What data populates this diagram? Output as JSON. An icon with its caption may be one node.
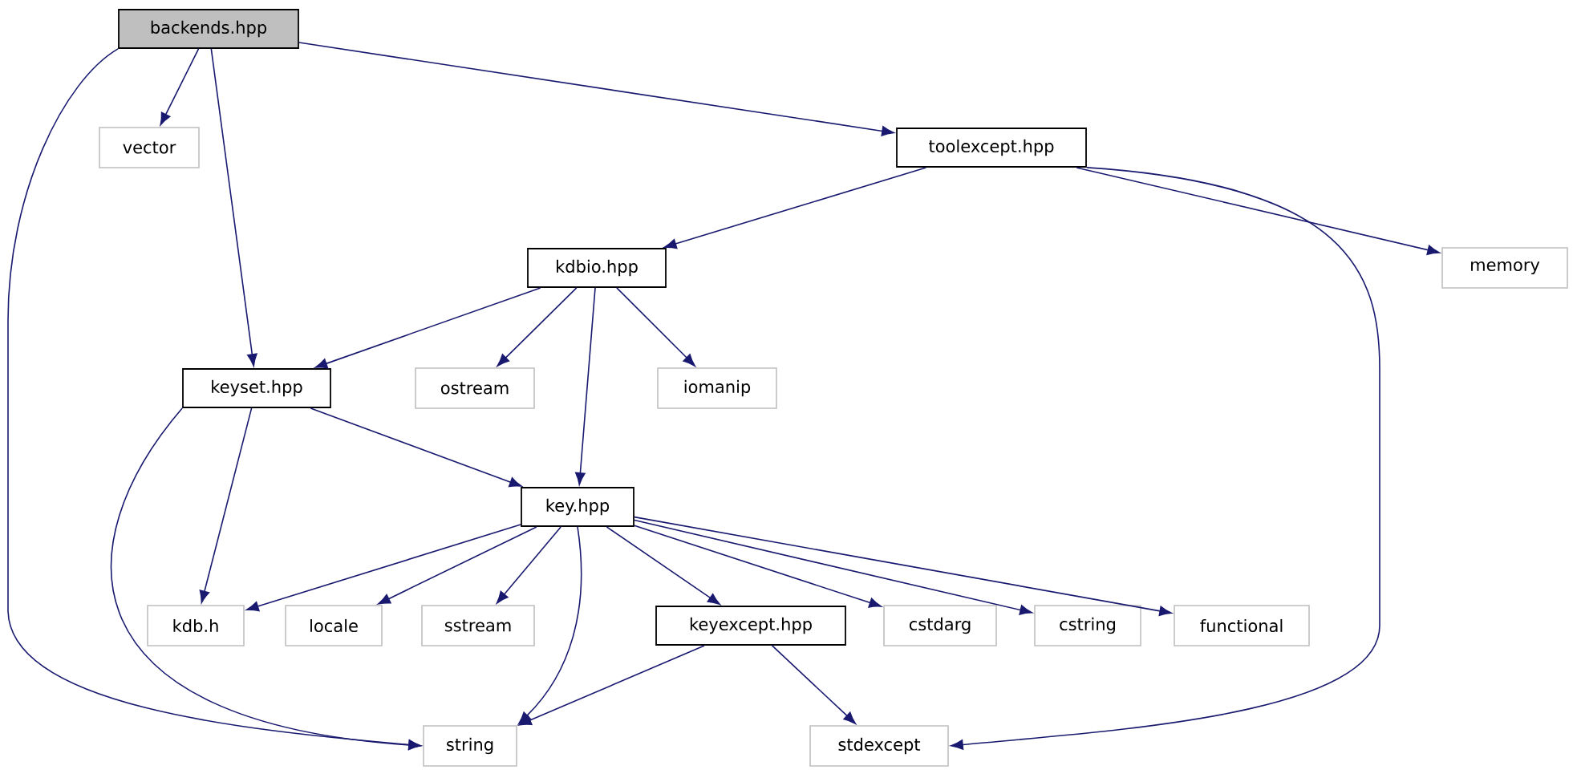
{
  "diagram": {
    "nodes": [
      {
        "text": [
          "backends.hpp"
        ]
      },
      {
        "text": [
          "vector"
        ]
      },
      {
        "text": [
          "toolexcept.hpp"
        ]
      },
      {
        "text": [
          "keyset.hpp"
        ]
      },
      {
        "text": [
          "kdbio.hpp"
        ]
      },
      {
        "text": [
          "memory"
        ]
      },
      {
        "text": [
          "ostream"
        ]
      },
      {
        "text": [
          "iomanip"
        ]
      },
      {
        "text": [
          "key.hpp"
        ]
      },
      {
        "text": [
          "kdb.h"
        ]
      },
      {
        "text": [
          "locale"
        ]
      },
      {
        "text": [
          "sstream"
        ]
      },
      {
        "text": [
          "keyexcept.hpp"
        ]
      },
      {
        "text": [
          "cstdarg"
        ]
      },
      {
        "text": [
          "cstring"
        ]
      },
      {
        "text": [
          "functional"
        ]
      },
      {
        "text": [
          "string"
        ]
      },
      {
        "text": [
          "stdexcept"
        ]
      }
    ],
    "edges": [
      {
        "from": 0,
        "to": 1,
        "arrow": "to"
      },
      {
        "from": 0,
        "to": 2,
        "arrow": "to"
      },
      {
        "from": 0,
        "to": 3,
        "arrow": "to"
      },
      {
        "from": 0,
        "to": 16,
        "arrow": "to"
      },
      {
        "from": 2,
        "to": 4,
        "arrow": "to"
      },
      {
        "from": 2,
        "to": 5,
        "arrow": "to"
      },
      {
        "from": 2,
        "to": 17,
        "arrow": "to"
      },
      {
        "from": 4,
        "to": 3,
        "arrow": "to"
      },
      {
        "from": 4,
        "to": 6,
        "arrow": "to"
      },
      {
        "from": 4,
        "to": 7,
        "arrow": "to"
      },
      {
        "from": 4,
        "to": 8,
        "arrow": "to"
      },
      {
        "from": 3,
        "to": 9,
        "arrow": "to"
      },
      {
        "from": 3,
        "to": 16,
        "arrow": "to"
      },
      {
        "from": 3,
        "to": 8,
        "arrow": "to"
      },
      {
        "from": 8,
        "to": 9,
        "arrow": "to"
      },
      {
        "from": 8,
        "to": 10,
        "arrow": "to"
      },
      {
        "from": 8,
        "to": 11,
        "arrow": "to"
      },
      {
        "from": 8,
        "to": 16,
        "arrow": "to"
      },
      {
        "from": 8,
        "to": 12,
        "arrow": "to"
      },
      {
        "from": 8,
        "to": 13,
        "arrow": "to"
      },
      {
        "from": 8,
        "to": 14,
        "arrow": "to"
      },
      {
        "from": 8,
        "to": 15,
        "arrow": "to"
      },
      {
        "from": 12,
        "to": 16,
        "arrow": "to"
      },
      {
        "from": 12,
        "to": 17,
        "arrow": "to"
      }
    ]
  }
}
